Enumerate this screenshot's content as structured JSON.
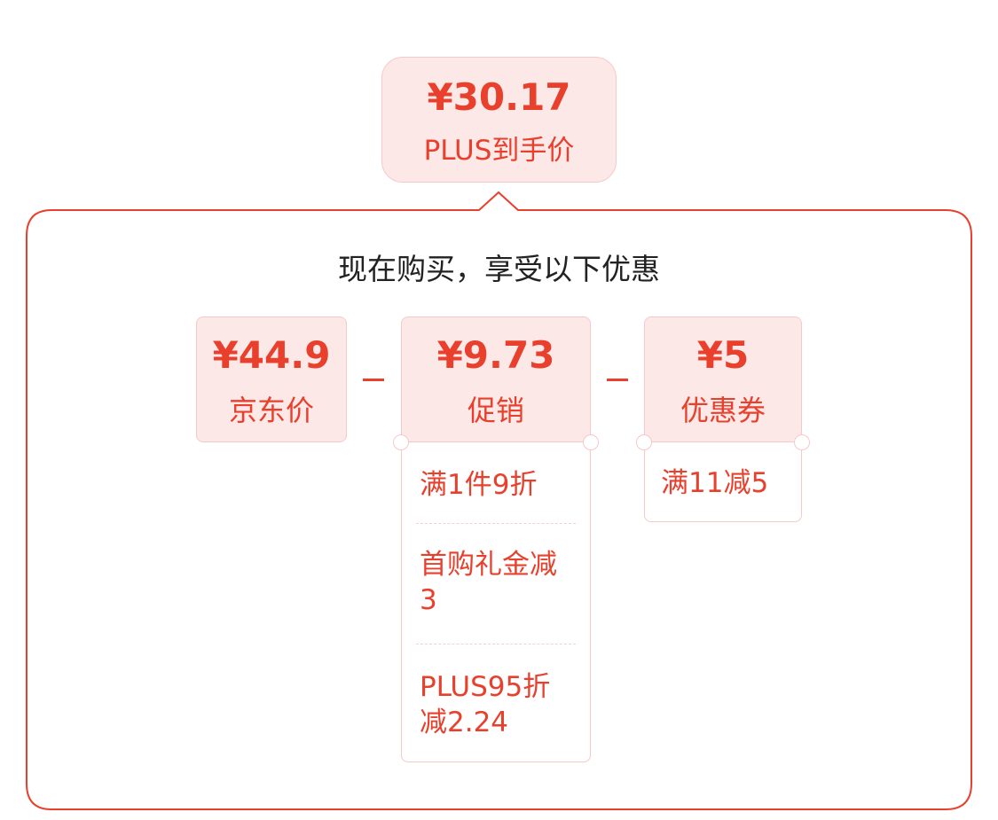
{
  "top": {
    "price": "¥30.17",
    "label": "PLUS到手价"
  },
  "headline": "现在购买，享受以下优惠",
  "cards": [
    {
      "amount": "¥44.9",
      "name": "京东价",
      "items": []
    },
    {
      "amount": "¥9.73",
      "name": "促销",
      "items": [
        "满1件9折",
        "首购礼金减3",
        "PLUS95折减2.24"
      ]
    },
    {
      "amount": "¥5",
      "name": "优惠券",
      "items": [
        "满11减5"
      ]
    }
  ],
  "operators": [
    "−",
    "−"
  ],
  "colors": {
    "accent": "#e8402c",
    "card_background": "#fde8e8",
    "card_border": "#f6c9c9",
    "headline_text": "#222222"
  }
}
